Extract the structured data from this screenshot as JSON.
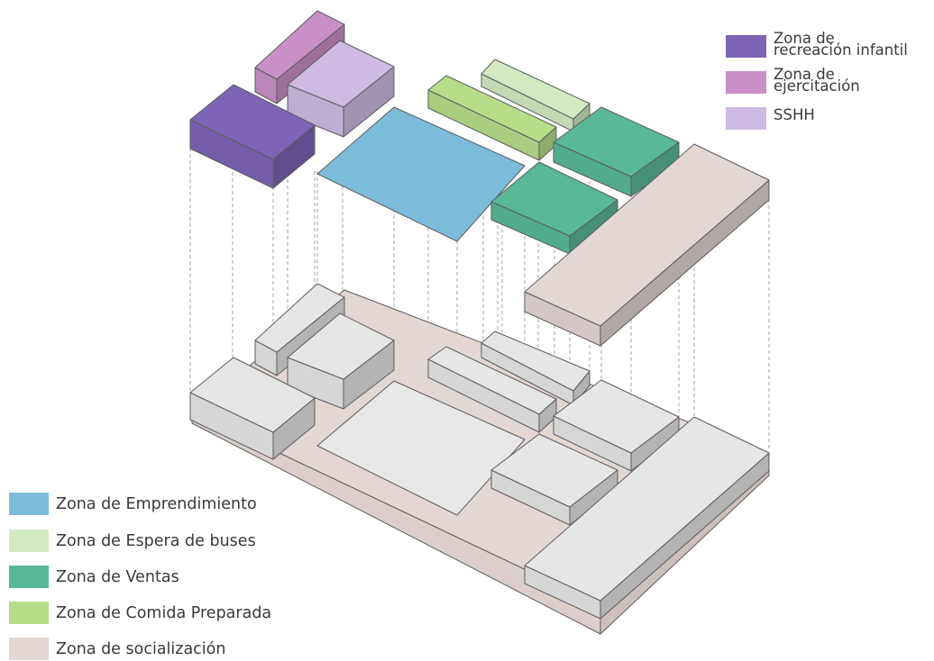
{
  "colors": {
    "recreacion_infantil": "#7e64b6",
    "ejercitacion": "#c990c7",
    "sshh": "#cdbbe3",
    "emprendimiento": "#7cbcda",
    "espera_buses": "#d3e9c2",
    "ventas": "#58b898",
    "comida_preparada": "#b6dd8a",
    "socializacion": "#e3d7d4",
    "base_grey": "#e6e6e6",
    "outline": "#5c5c5c",
    "guide_line": "#9c9c9c"
  },
  "legend_top_right": [
    {
      "label": "Zona de\nrecreación infantil",
      "color_key": "recreacion_infantil"
    },
    {
      "label": "Zona de\nejercitación",
      "color_key": "ejercitacion"
    },
    {
      "label": "SSHH",
      "color_key": "sshh"
    }
  ],
  "legend_bottom_left": [
    {
      "label": "Zona de Emprendimiento",
      "color_key": "emprendimiento"
    },
    {
      "label": "Zona de Espera de buses",
      "color_key": "espera_buses"
    },
    {
      "label": "Zona de Ventas",
      "color_key": "ventas"
    },
    {
      "label": "Zona de Comida Preparada",
      "color_key": "comida_preparada"
    },
    {
      "label": "Zona de socialización",
      "color_key": "socializacion"
    }
  ]
}
